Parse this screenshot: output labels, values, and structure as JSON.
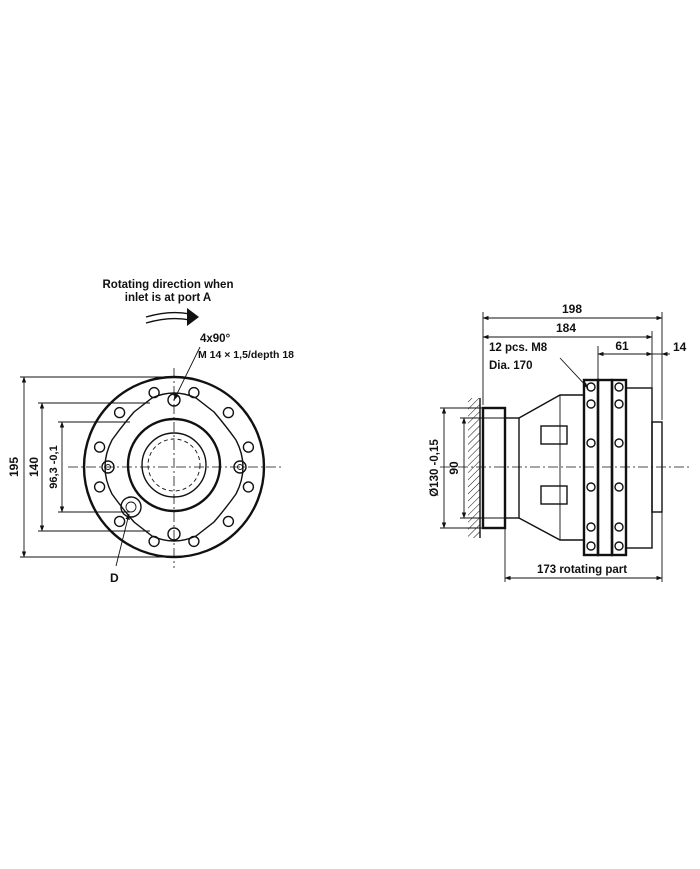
{
  "front_view": {
    "rotation_note_line1": "Rotating direction when",
    "rotation_note_line2": "inlet is at port A",
    "thread_spec_line1": "4x90°",
    "thread_spec_line2": "M 14 × 1,5/depth 18",
    "dim_195": "195",
    "dim_140": "140",
    "dim_96_3": "96,3 -0,1",
    "port_label": "D"
  },
  "side_view": {
    "dim_198": "198",
    "dim_184": "184",
    "dim_61": "61",
    "dim_14": "14",
    "bolt_spec_line1": "12 pcs. M8",
    "bolt_spec_line2": "Dia. 170",
    "dim_130": "Ø130 -0,15",
    "dim_90": "90",
    "dim_173": "173 rotating part"
  }
}
